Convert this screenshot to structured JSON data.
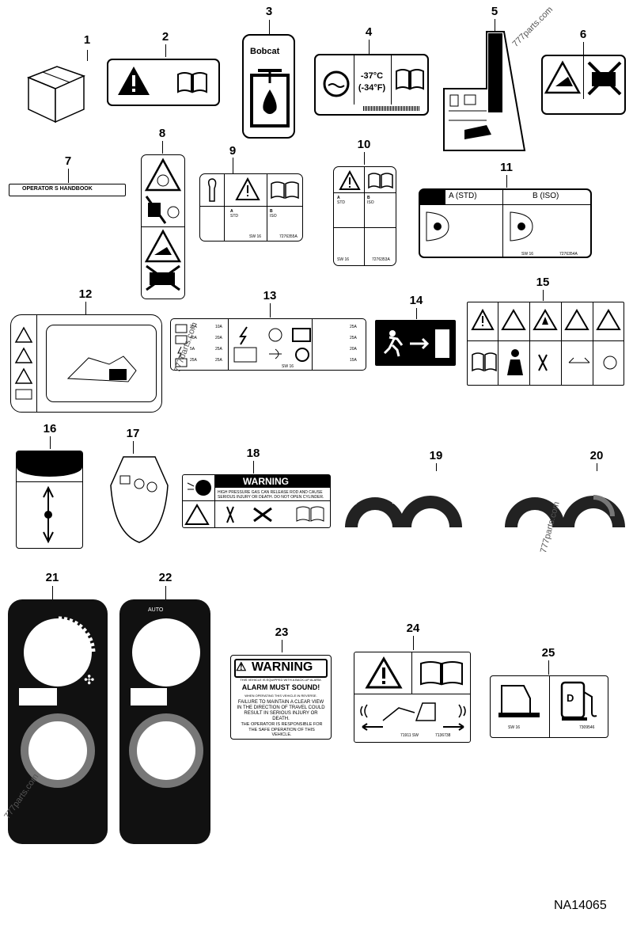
{
  "callouts": [
    "1",
    "2",
    "3",
    "4",
    "5",
    "6",
    "7",
    "8",
    "9",
    "10",
    "11",
    "12",
    "13",
    "14",
    "15",
    "16",
    "17",
    "18",
    "19",
    "20",
    "21",
    "22",
    "23",
    "24",
    "25"
  ],
  "decal3": {
    "brand": "Bobcat"
  },
  "decal4": {
    "temp_c": "-37°C",
    "temp_f": "(-34°F)"
  },
  "decal7": {
    "text": "OPERATOR S HANDBOOK"
  },
  "decal9": {
    "label_a": "A",
    "label_a_sub": "STD",
    "label_b": "B",
    "label_b_sub": "ISO",
    "code": "SW 16",
    "part": "7276355A"
  },
  "decal10": {
    "label_a": "A",
    "label_a_sub": "STD",
    "label_b": "B",
    "label_b_sub": "ISO",
    "code": "SW 16",
    "part": "7276353A"
  },
  "decal11": {
    "label_a": "A (STD)",
    "label_b": "B (ISO)",
    "code": "SW 16",
    "part": "7276354A"
  },
  "decal13": {
    "fuses_left": [
      "25A",
      "40A",
      "5A",
      "25A"
    ],
    "fuses_mid": [
      "10A",
      "20A",
      "25A",
      "25A"
    ],
    "fuses_right": [
      "25A",
      "25A",
      "20A",
      "15A"
    ],
    "code": "SW 16"
  },
  "decal18": {
    "title": "WARNING",
    "body": "HIGH PRESSURE GAS CAN RELEASE ROD AND CAUSE SERIOUS INJURY OR DEATH. DO NOT OPEN CYLINDER."
  },
  "decal20": {
    "auto": "AUTO"
  },
  "decal22": {
    "auto": "AUTO"
  },
  "decal23": {
    "title": "WARNING",
    "line1": "THIS VEHICLE IS EQUIPPED WITH A BACK-UP ALARM.",
    "line2": "ALARM MUST SOUND!",
    "line3": "WHEN OPERATING THIS VEHICLE IN REVERSE.",
    "line4": "FAILURE TO MAINTAIN A CLEAR VIEW IN THE DIRECTION OF TRAVEL COULD RESULT IN SERIOUS INJURY OR DEATH.",
    "line5": "THE OPERATOR IS RESPONSIBLE FOR THE SAFE OPERATION OF THIS VEHICLE."
  },
  "decal24": {
    "code": "71911 SW",
    "part": "7136738"
  },
  "decal25": {
    "code": "SW 16",
    "part": "7309546",
    "fuel": "D"
  },
  "watermarks": [
    "777parts.com",
    "777parts.com",
    "777parts.com",
    "777parts.com"
  ],
  "figure_id": "NA14065",
  "colors": {
    "ink": "#000000",
    "paper": "#ffffff",
    "grey": "#777777"
  }
}
